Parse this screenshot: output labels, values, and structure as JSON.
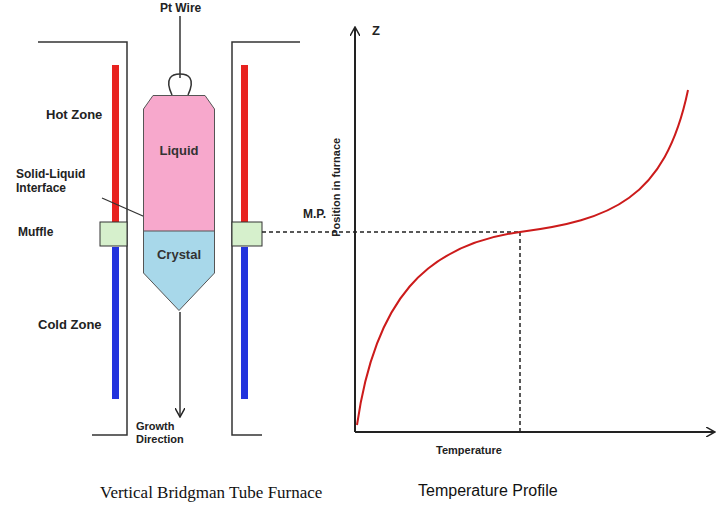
{
  "diagram": {
    "nodes": [
      {
        "text": [
          "Liquid"
        ]
      },
      {
        "text": [
          "Crystal"
        ]
      }
    ],
    "labels": [
      "Pt Wire",
      "Hot Zone",
      "Solid-Liquid Interface",
      "Muffle",
      "Cold Zone",
      "Growth Direction",
      "Z",
      "Position in furnace",
      "M.P.",
      "Temperature",
      "Vertical Bridgman Tube Furnace",
      "Temperature Profile"
    ]
  }
}
